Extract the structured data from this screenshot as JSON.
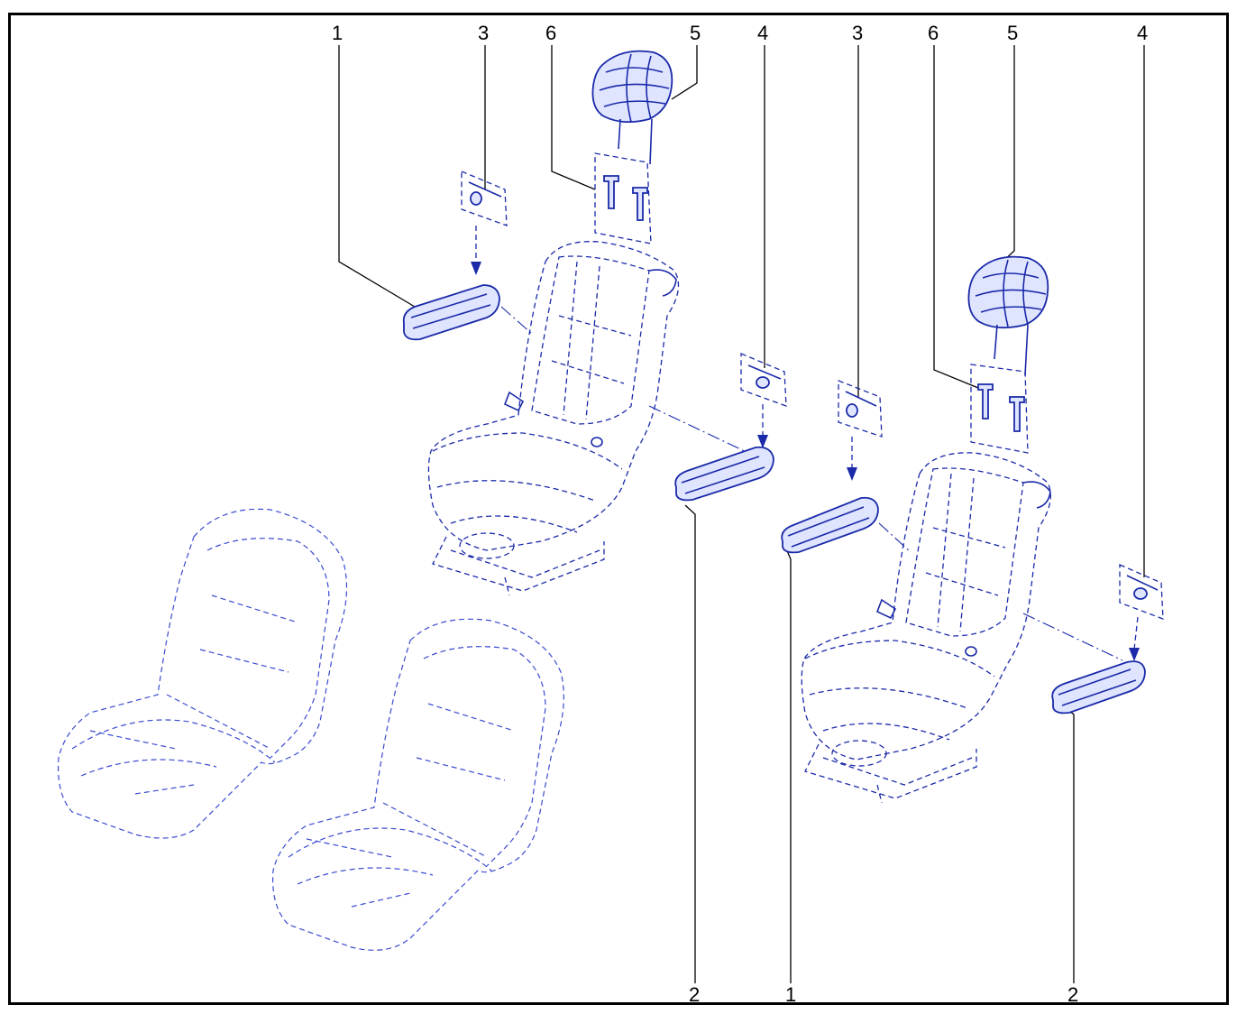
{
  "diagram": {
    "callouts": [
      {
        "id": "c-1a",
        "label": "1"
      },
      {
        "id": "c-3a",
        "label": "3"
      },
      {
        "id": "c-6a",
        "label": "6"
      },
      {
        "id": "c-5a",
        "label": "5"
      },
      {
        "id": "c-4a",
        "label": "4"
      },
      {
        "id": "c-3b",
        "label": "3"
      },
      {
        "id": "c-6b",
        "label": "6"
      },
      {
        "id": "c-5b",
        "label": "5"
      },
      {
        "id": "c-4b",
        "label": "4"
      },
      {
        "id": "c-2a",
        "label": "2"
      },
      {
        "id": "c-1b",
        "label": "1"
      },
      {
        "id": "c-2b",
        "label": "2"
      }
    ],
    "line_color": "#1a2aa8",
    "frame_color": "#000000"
  }
}
